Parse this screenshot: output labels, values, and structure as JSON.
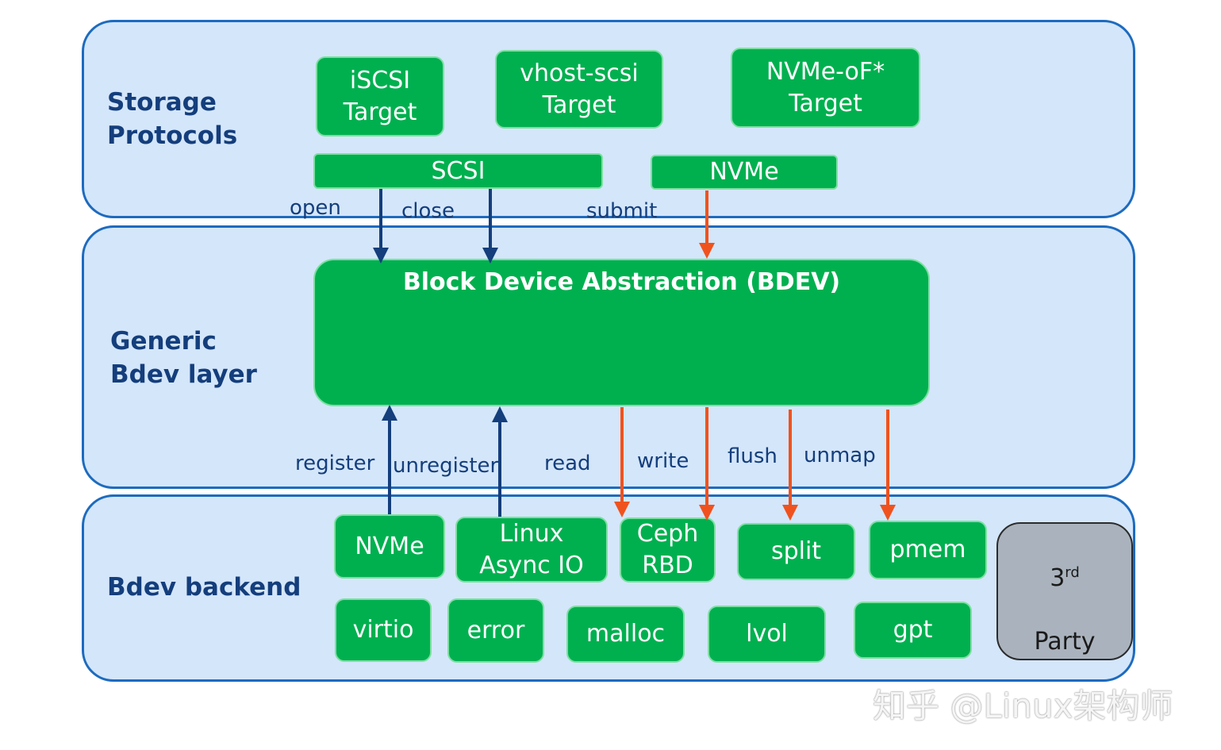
{
  "layers": {
    "storage": {
      "label": "Storage\nProtocols",
      "boxes": {
        "iscsi": "iSCSI\nTarget",
        "vhost": "vhost-scsi\nTarget",
        "nvmeof": "NVMe-oF*\nTarget",
        "scsi": "SCSI",
        "nvme": "NVMe"
      }
    },
    "generic": {
      "label": "Generic\nBdev layer",
      "bdev_title": "Block Device Abstraction (BDEV)"
    },
    "backend": {
      "label": "Bdev backend",
      "boxes": {
        "nvme": "NVMe",
        "linux_aio": "Linux\nAsync IO",
        "ceph": "Ceph\nRBD",
        "split": "split",
        "pmem": "pmem",
        "virtio": "virtio",
        "error": "error",
        "malloc": "malloc",
        "lvol": "lvol",
        "gpt": "gpt"
      },
      "third_party": {
        "base": "3",
        "sup": "rd",
        "rest": "Party"
      }
    }
  },
  "operations": {
    "open": "open",
    "close": "close",
    "submit": "submit",
    "register": "register",
    "unregister": "unregister",
    "read": "read",
    "write": "write",
    "flush": "flush",
    "unmap": "unmap"
  },
  "colors": {
    "layer_fill": "#d4e6fa",
    "layer_border": "#1d6bbf",
    "box_green": "#00b04f",
    "arrow_blue": "#143e7c",
    "arrow_orange": "#f0521e",
    "third_party_gray": "#aab3bd"
  },
  "watermark": "知乎 @Linux架构师"
}
